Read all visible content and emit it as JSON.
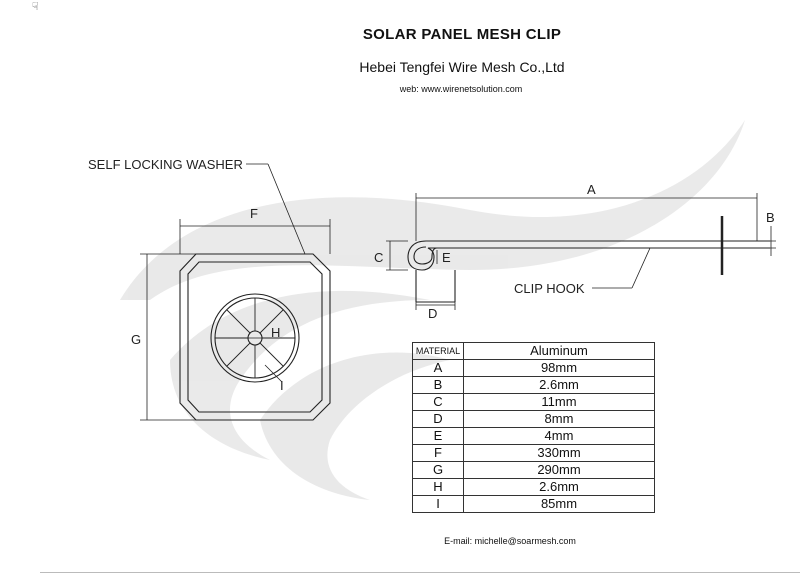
{
  "header": {
    "title": "SOLAR PANEL MESH CLIP",
    "company": "Hebei Tengfei Wire Mesh Co.,Ltd",
    "web": "web: www.wirenetsolution.com"
  },
  "labels": {
    "washer": "SELF LOCKING WASHER",
    "hook": "CLIP HOOK",
    "dims": {
      "A": "A",
      "B": "B",
      "C": "C",
      "D": "D",
      "E": "E",
      "F": "F",
      "G": "G",
      "H": "H",
      "I": "I"
    }
  },
  "spec_table": {
    "header_key": "MATERIAL",
    "header_value": "Aluminum",
    "rows": [
      {
        "key": "A",
        "value": "98mm"
      },
      {
        "key": "B",
        "value": "2.6mm"
      },
      {
        "key": "C",
        "value": "11mm"
      },
      {
        "key": "D",
        "value": "8mm"
      },
      {
        "key": "E",
        "value": "4mm"
      },
      {
        "key": "F",
        "value": "330mm"
      },
      {
        "key": "G",
        "value": "290mm"
      },
      {
        "key": "H",
        "value": "2.6mm"
      },
      {
        "key": "I",
        "value": "85mm"
      }
    ]
  },
  "footer": {
    "email": "E-mail:  michelle@soarmesh.com"
  },
  "colors": {
    "ink": "#222222",
    "watermark": "#e4e4e4"
  }
}
